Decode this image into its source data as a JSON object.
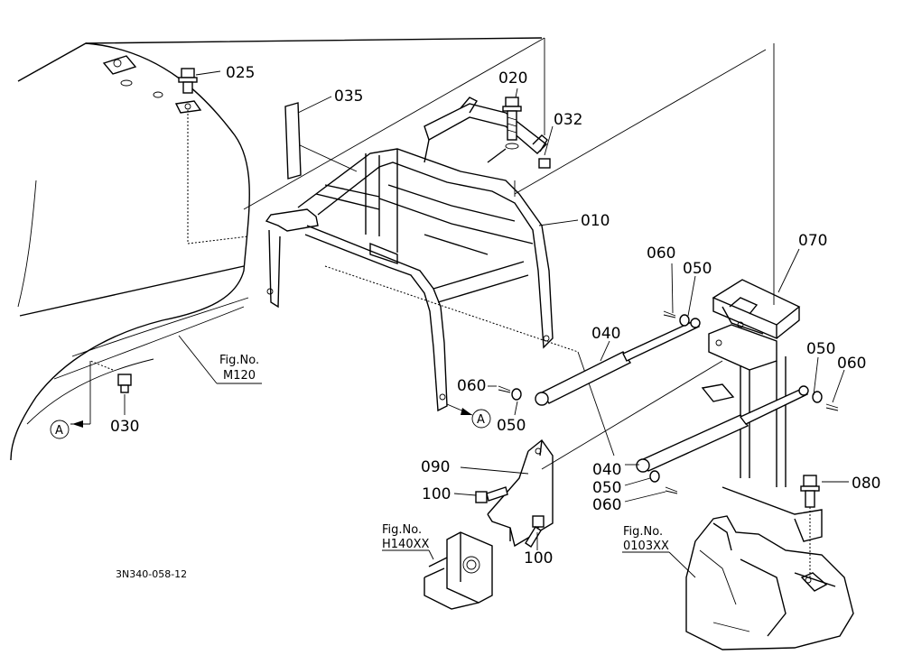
{
  "part_numbers": {
    "p025": "025",
    "p035": "035",
    "p020": "020",
    "p032": "032",
    "p010": "010",
    "p070": "070",
    "p060_top": "060",
    "p050_top": "050",
    "p040_top": "040",
    "p060_mid": "060",
    "p050_mid": "050",
    "p050_right": "050",
    "p060_right": "060",
    "p040_low": "040",
    "p050_low": "050",
    "p060_low": "060",
    "p080": "080",
    "p090": "090",
    "p100_left": "100",
    "p100_right": "100",
    "p030": "030"
  },
  "references": {
    "fig_label": "Fig.No.",
    "m120": "M120",
    "h140xx": "H140XX",
    "f0103xx": "0103XX"
  },
  "view_marker": "A",
  "drawing_code": "3N340-058-12"
}
